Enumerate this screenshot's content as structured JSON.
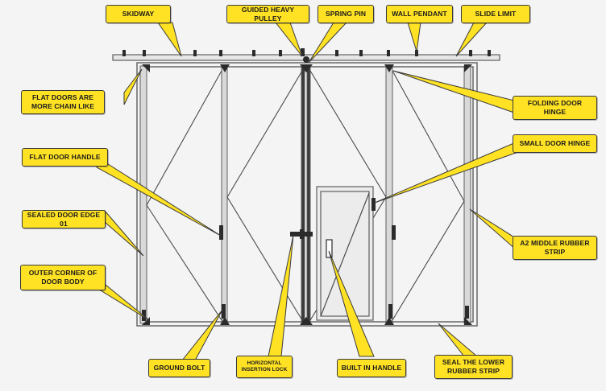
{
  "colors": {
    "background": "#f4f4f4",
    "callout_fill": "#ffe224",
    "callout_border": "#3a3a3a",
    "frame": "#5e5e5e",
    "hardware": "#2b2b2b"
  },
  "labels": {
    "skidway": "SKIDWAY",
    "guided_heavy_pulley": "GUIDED HEAVY PULLEY",
    "spring_pin": "SPRING PIN",
    "wall_pendant": "WALL PENDANT",
    "slide_limit": "SLIDE LIMIT",
    "flat_doors_chain": "FLAT DOORS ARE MORE CHAIN LIKE",
    "folding_door_hinge": "FOLDING DOOR HINGE",
    "flat_door_handle": "FLAT DOOR HANDLE",
    "small_door_hinge": "SMALL DOOR HINGE",
    "sealed_door_edge": "SEALED DOOR EDGE 01",
    "a2_middle_rubber_strip": "A2 MIDDLE RUBBER STRIP",
    "outer_corner": "OUTER CORNER OF DOOR BODY",
    "ground_bolt": "GROUND BOLT",
    "horizontal_insertion_lock": "HORIZONTAL INSERTION LOCK",
    "built_in_handle": "BUILT IN HANDLE",
    "seal_lower_rubber_strip": "SEAL THE LOWER RUBBER STRIP"
  }
}
